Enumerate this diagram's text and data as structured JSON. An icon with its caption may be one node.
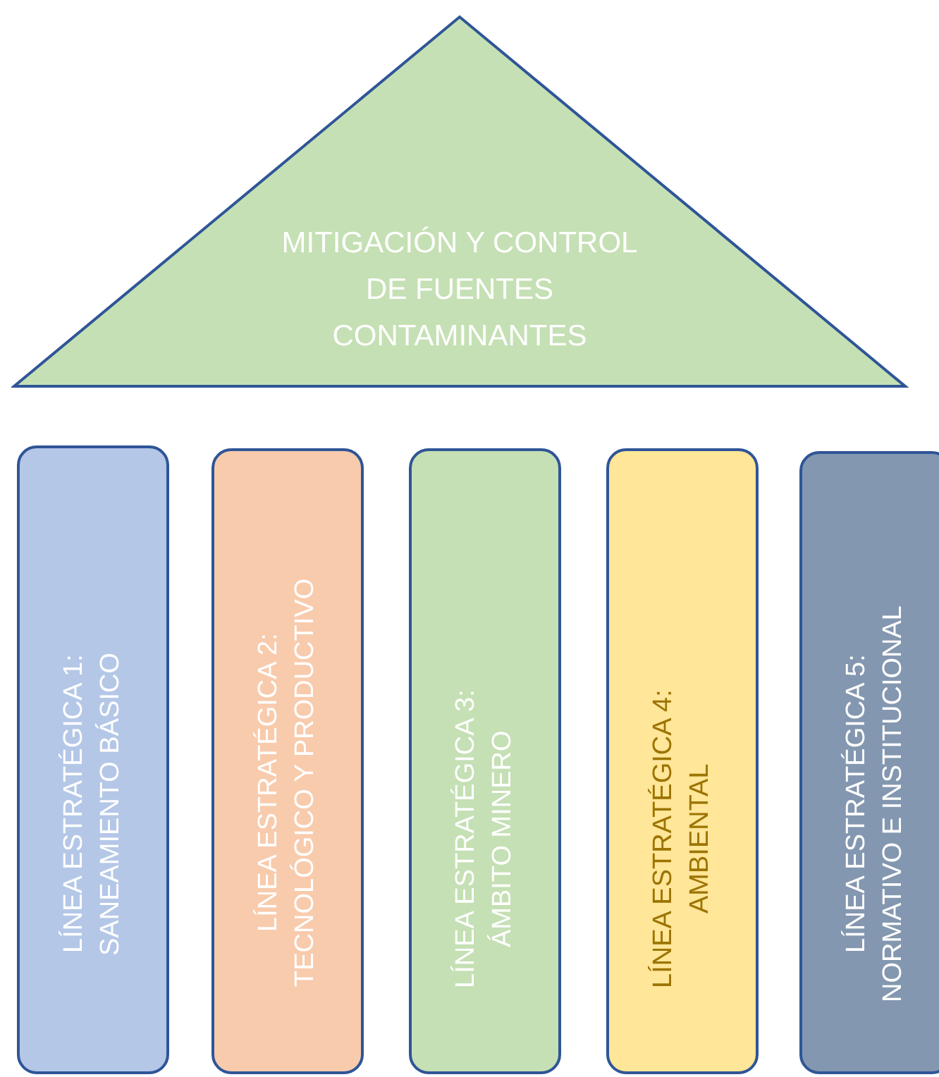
{
  "diagram": {
    "nodes": [
      {
        "text": [
          "MITIGACIÓN Y CONTROL DE FUENTES CONTAMINANTES"
        ]
      },
      {
        "text": [
          "LÍNEA ESTRATÉGICA 1: SANEAMIENTO BÁSICO"
        ]
      },
      {
        "text": [
          "LÍNEA ESTRATÉGICA 2: TECNOLÓGICO Y PRODUCTIVO"
        ]
      },
      {
        "text": [
          "LÍNEA ESTRATÉGICA 3: ÁMBITO MINERO"
        ]
      },
      {
        "text": [
          "LÍNEA ESTRATÉGICA 4: AMBIENTAL"
        ]
      },
      {
        "text": [
          "LÍNEA ESTRATÉGICA 5: NORMATIVO E INSTITUCIONAL"
        ]
      }
    ]
  }
}
